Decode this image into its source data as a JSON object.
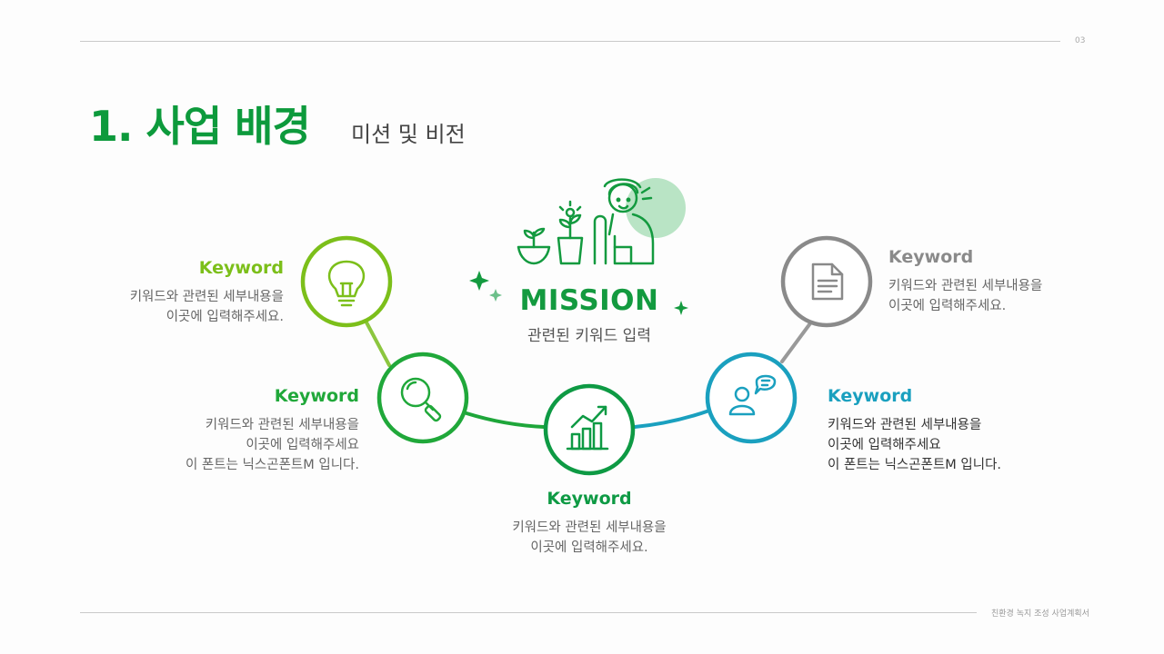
{
  "page_number": "03",
  "title": {
    "main": "1. 사업 배경",
    "sub": "미션 및 비전"
  },
  "mission": {
    "label": "MISSION",
    "subtitle": "관련된 키워드 입력"
  },
  "nodes": [
    {
      "icon": "lightbulb-icon",
      "color": "#7cbf1a",
      "heading": "Keyword",
      "lines": [
        "키워드와 관련된 세부내용을",
        "이곳에 입력해주세요."
      ]
    },
    {
      "icon": "magnifier-icon",
      "color": "#20a83a",
      "heading": "Keyword",
      "lines": [
        "키워드와 관련된 세부내용을",
        "이곳에 입력해주세요",
        "이 폰트는 닉스곤폰트M 입니다."
      ]
    },
    {
      "icon": "bar-chart-icon",
      "color": "#0e9a44",
      "heading": "Keyword",
      "lines": [
        "키워드와 관련된 세부내용을",
        "이곳에 입력해주세요."
      ]
    },
    {
      "icon": "speech-person-icon",
      "color": "#1aa0bf",
      "heading": "Keyword",
      "lines": [
        "키워드와 관련된 세부내용을",
        "이곳에 입력해주세요",
        "이 폰트는 닉스곤폰트M 입니다."
      ]
    },
    {
      "icon": "document-icon",
      "color": "#8a8a8a",
      "heading": "Keyword",
      "lines": [
        "키워드와 관련된 세부내용을",
        "이곳에 입력해주세요."
      ]
    }
  ],
  "footer": "친환경 녹지 조성 사업계획서"
}
